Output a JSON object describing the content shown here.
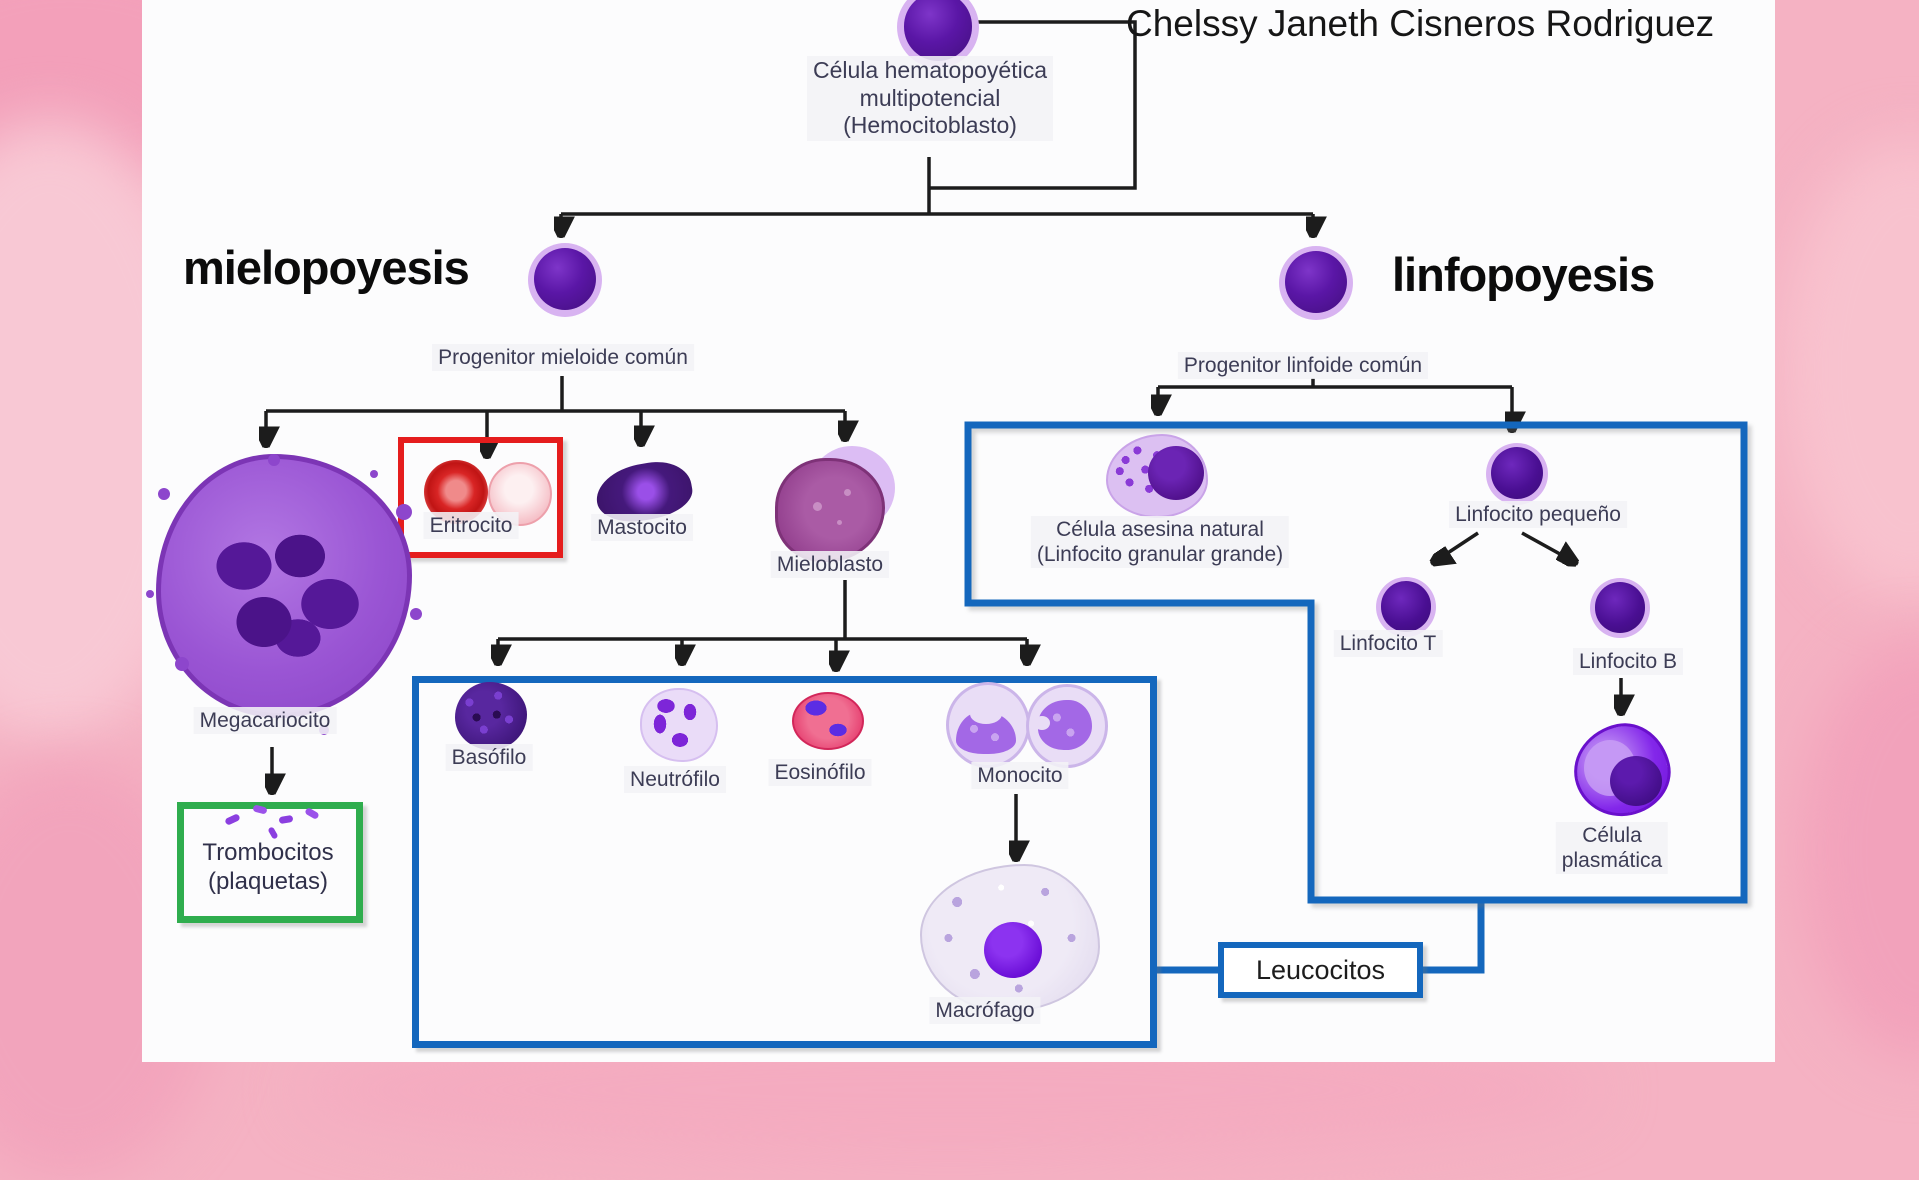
{
  "author": "Chelssy Janeth Cisneros Rodriguez",
  "title_left": "mielopoyesis",
  "title_right": "linfopoyesis",
  "nodes": {
    "root": "Célula hematopoyética\nmultipotencial\n(Hemocitoblasto)",
    "progenitor_mieloide": "Progenitor mieloide común",
    "progenitor_linfoide": "Progenitor linfoide común",
    "megacariocito": "Megacariocito",
    "eritrocito": "Eritrocito",
    "mastocito": "Mastocito",
    "mieloblasto": "Mieloblasto",
    "trombocitos": "Trombocitos\n(plaquetas)",
    "basofilo": "Basófilo",
    "neutrofilo": "Neutrófilo",
    "eosinofilo": "Eosinófilo",
    "monocito": "Monocito",
    "macrofago": "Macrófago",
    "nk": "Célula asesina natural\n(Linfocito granular grande)",
    "linfocito_pequeno": "Linfocito pequeño",
    "linfocito_t": "Linfocito T",
    "linfocito_b": "Linfocito B",
    "celula_plasmatica": "Célula\nplasmática",
    "leucocitos": "Leucocitos"
  },
  "colors": {
    "box_blue": "#1467bd",
    "box_red": "#e51d1d",
    "box_green": "#2fad4e",
    "line_black": "#1c1c1c",
    "background_pink": "#f5b2c3"
  }
}
